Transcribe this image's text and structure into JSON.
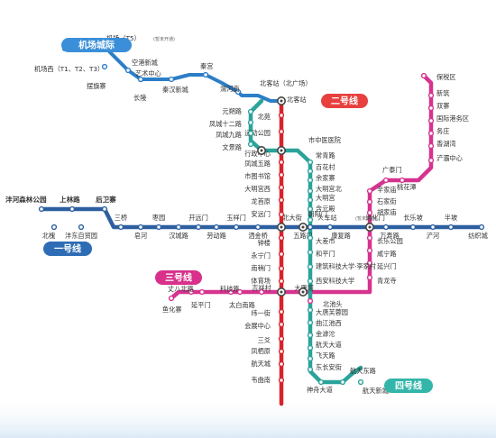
{
  "map": {
    "line_labels": {
      "airport": "机场城际",
      "line1": "一号线",
      "line2": "二号线",
      "line3": "三号线",
      "line4": "四号线"
    },
    "colors": {
      "line1": "#2d5fa0",
      "line2": "#d8232a",
      "line3": "#d6338f",
      "line4": "#2aa39a",
      "airport": "#2c7ec7",
      "airport_label": "#3b8fd9",
      "line1_label": "#2e6db5",
      "line2_label": "#e8403f",
      "line3_label": "#d8308b",
      "line4_label": "#33b5aa",
      "background_bottom": "#dceaf6"
    },
    "airport": {
      "stations": [
        "机场西（T1、T2、T3）",
        "机场（T5）",
        "(暂未开通)",
        "空港新城",
        "艺术中心",
        "摆旗寨",
        "长陵",
        "秦汉新城",
        "秦宫",
        "渭河南",
        "北客站（北广场）"
      ]
    },
    "line1": {
      "stations": [
        "沣河森林公园",
        "上林路",
        "后卫寨",
        "北槐",
        "沣东自贸园",
        "三桥",
        "皂河",
        "枣园",
        "汉城路",
        "开远门",
        "劳动路",
        "玉祥门",
        "洒金桥",
        "北大街",
        "五路口",
        "朝阳门",
        "康复路",
        "通化门",
        "万寿路",
        "长乐坡",
        "浐河",
        "半坡",
        "纺织城"
      ]
    },
    "line2": {
      "stations": [
        "北客站",
        "北苑",
        "运动公园",
        "行政中心",
        "凤城五路",
        "市图书馆",
        "大明宫西",
        "龙首原",
        "安远门",
        "北大街",
        "钟楼",
        "永宁门",
        "南稍门",
        "体育场",
        "小寨",
        "纬一街",
        "会展中心",
        "三爻",
        "凤栖原",
        "航天城",
        "韦曲南"
      ]
    },
    "line3": {
      "stations": [
        "鱼化寨",
        "丈八北路",
        "延平门",
        "科技路",
        "太白南路",
        "吉祥村",
        "小寨",
        "大雁塔",
        "北池头",
        "青龙寺",
        "延兴门",
        "咸宁路",
        "长乐公园",
        "通化门",
        "胡家庙",
        "石家街",
        "辛家庙",
        "广泰门",
        "桃花潭",
        "浐灞中心",
        "香湖湾",
        "务庄",
        "国际港务区",
        "双寨",
        "新筑",
        "保税区"
      ]
    },
    "line4": {
      "stations": [
        "元朔路",
        "凤城十二路",
        "凤城九路",
        "文景路",
        "市中医医院",
        "常青路",
        "百花村",
        "余家寨",
        "大明宫北",
        "大明宫",
        "含元殿",
        "火车站",
        "(暂未开通)",
        "五路口",
        "大差市",
        "和平门",
        "建筑科技大学·李家村",
        "西安科技大学",
        "大雁塔",
        "大唐芙蓉园",
        "曲江池西",
        "金滹沱",
        "航天大道",
        "飞天路",
        "东长安街",
        "神舟大道",
        "航天东路",
        "航天新城"
      ]
    }
  }
}
